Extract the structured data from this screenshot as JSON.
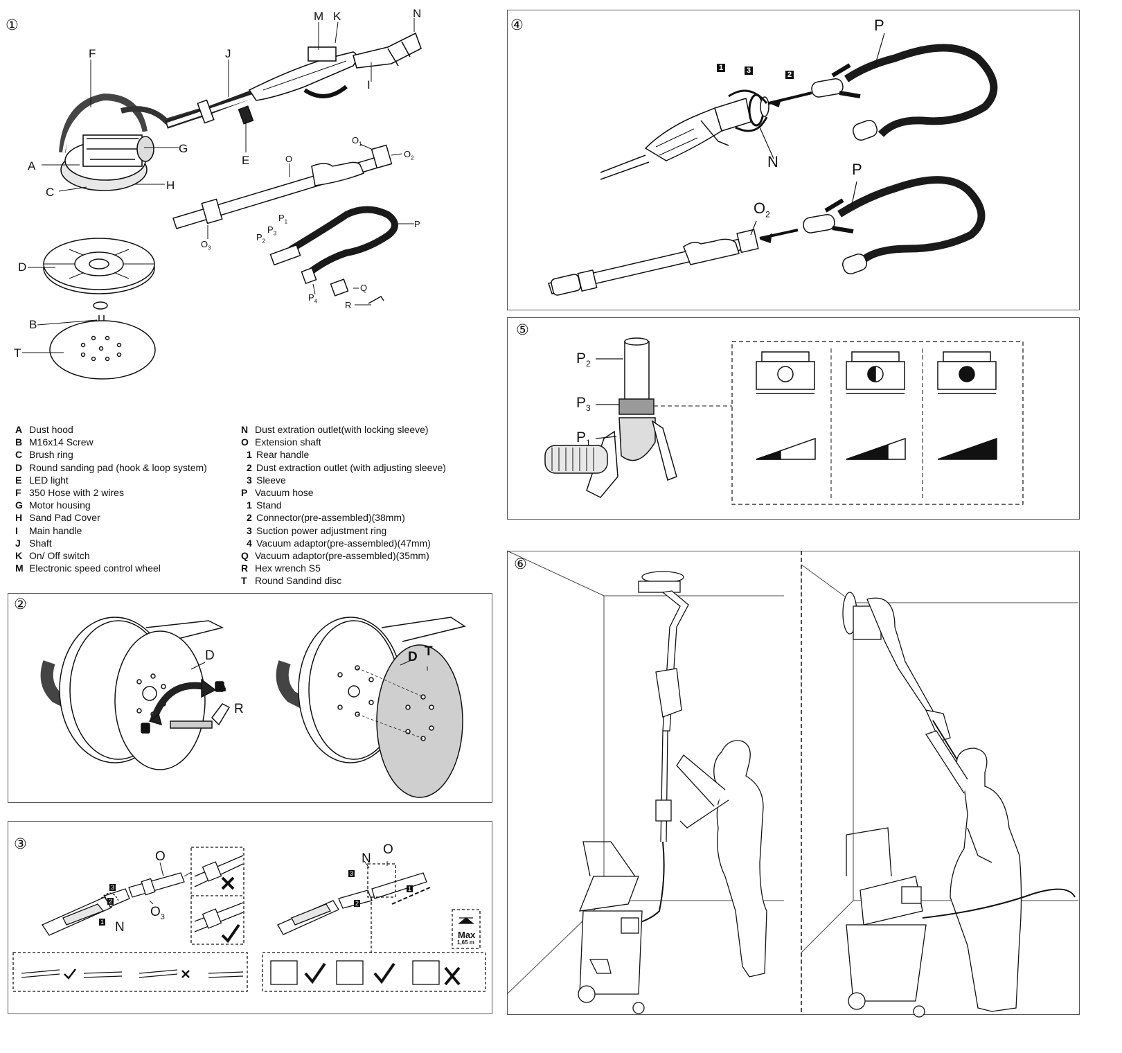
{
  "sections": {
    "s1": "①",
    "s2": "②",
    "s3": "③",
    "s4": "④",
    "s5": "⑤",
    "s6": "⑥"
  },
  "fig1_labels": {
    "A": "A",
    "B": "B",
    "C": "C",
    "D": "D",
    "E": "E",
    "F": "F",
    "G": "G",
    "H": "H",
    "I": "I",
    "J": "J",
    "K": "K",
    "M": "M",
    "N": "N",
    "O": "O",
    "O1": "O",
    "O2": "O",
    "O3": "O",
    "P": "P",
    "P1": "P",
    "P2": "P",
    "P3": "P",
    "P4": "P",
    "Q": "Q",
    "R": "R",
    "T": "T",
    "sub1": "1",
    "sub2": "2",
    "sub3": "3",
    "sub4": "4"
  },
  "legend_left": [
    {
      "key": "A",
      "text": "Dust hood"
    },
    {
      "key": "B",
      "text": "M16x14 Screw"
    },
    {
      "key": "C",
      "text": "Brush ring"
    },
    {
      "key": "D",
      "text": "Round sanding pad (hook & loop system)"
    },
    {
      "key": "E",
      "text": "LED light"
    },
    {
      "key": "F",
      "text": "350 Hose with 2 wires"
    },
    {
      "key": "G",
      "text": "Motor housing"
    },
    {
      "key": "H",
      "text": "Sand Pad Cover"
    },
    {
      "key": "I",
      "text": "Main handle"
    },
    {
      "key": "J",
      "text": "Shaft"
    },
    {
      "key": "K",
      "text": "On/ Off switch"
    },
    {
      "key": "M",
      "text": "Electronic speed control wheel"
    }
  ],
  "legend_right": [
    {
      "key": "N",
      "text": "Dust extration outlet(with locking sleeve)",
      "sub": false
    },
    {
      "key": "O",
      "text": "Extension shaft",
      "sub": false
    },
    {
      "key": "1",
      "text": "Rear handle",
      "sub": true
    },
    {
      "key": "2",
      "text": "Dust extraction outlet (with adjusting sleeve)",
      "sub": true
    },
    {
      "key": "3",
      "text": "Sleeve",
      "sub": true
    },
    {
      "key": "P",
      "text": "Vacuum hose",
      "sub": false
    },
    {
      "key": "1",
      "text": "Stand",
      "sub": true
    },
    {
      "key": "2",
      "text": "Connector(pre-assembled)(38mm)",
      "sub": true
    },
    {
      "key": "3",
      "text": "Suction power adjustment ring",
      "sub": true
    },
    {
      "key": "4",
      "text": "Vacuum adaptor(pre-assembled)(47mm)",
      "sub": true
    },
    {
      "key": "Q",
      "text": "Vacuum adaptor(pre-assembled)(35mm)",
      "sub": false
    },
    {
      "key": "R",
      "text": "Hex wrench S5",
      "sub": false
    },
    {
      "key": "T",
      "text": "Round Sandind disc",
      "sub": false
    }
  ],
  "fig2_labels": {
    "D_left": "D",
    "R": "R",
    "D_right": "D",
    "T": "T"
  },
  "fig3_labels": {
    "O_left": "O",
    "O3": "O",
    "O3_sub": "3",
    "N_left": "N",
    "N_right": "N",
    "O_right": "O",
    "step1": "1",
    "step2": "2",
    "step3": "3",
    "max": "Max",
    "max_height": "1,65 m"
  },
  "fig4_labels": {
    "step1": "1",
    "step3": "3",
    "step2": "2",
    "P_top": "P",
    "N": "N",
    "P_bottom": "P",
    "O2": "O",
    "O2_sub": "2"
  },
  "fig5_labels": {
    "P2": "P",
    "P2_sub": "2",
    "P3": "P",
    "P3_sub": "3",
    "P1": "P",
    "P1_sub": "1"
  },
  "colors": {
    "ink": "#111111",
    "panel_border": "#555555",
    "disc_fill": "#cfcfcf",
    "hose": "#1a1a1a"
  }
}
